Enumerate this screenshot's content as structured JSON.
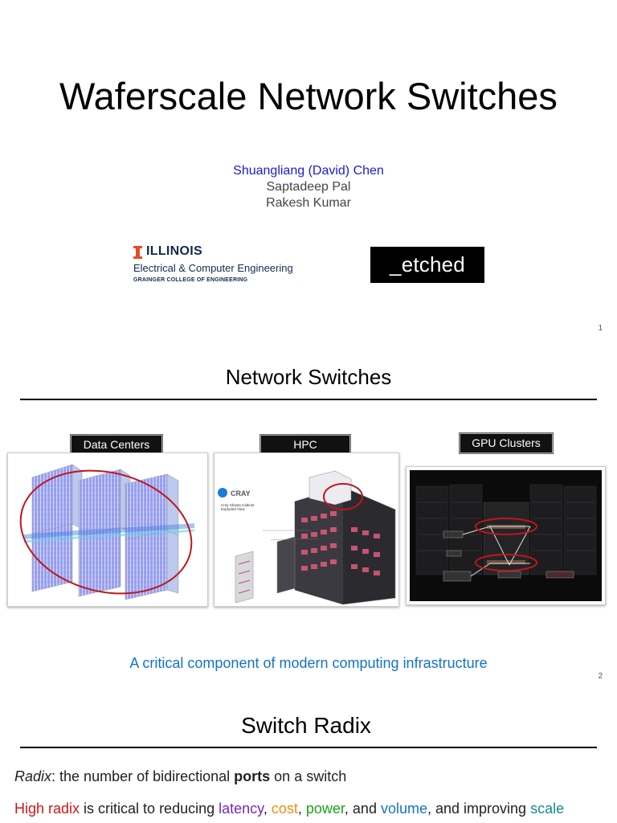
{
  "slide1": {
    "title": "Waferscale Network Switches",
    "authors": [
      "Shuangliang (David) Chen",
      "Saptadeep Pal",
      "Rakesh Kumar"
    ],
    "logo_illinois": {
      "wordmark": "ILLINOIS",
      "department": "Electrical & Computer Engineering",
      "college": "GRAINGER COLLEGE OF ENGINEERING"
    },
    "logo_etched": "_etched",
    "page_number": "1"
  },
  "slide2": {
    "heading": "Network Switches",
    "labels": {
      "data_centers": "Data Centers",
      "hpc": "HPC",
      "gpu_clusters": "GPU Clusters"
    },
    "hpc_image_text": {
      "brand": "CRAY",
      "subtitle1": "Cray Shasta Cabinet",
      "subtitle2": "Exploded View"
    },
    "caption": "A critical component of modern computing infrastructure",
    "page_number": "2"
  },
  "slide3": {
    "heading": "Switch Radix",
    "line1": {
      "term": "Radix",
      "text1": ": the number of bidirectional ",
      "bold": "ports",
      "text2": " on a switch"
    },
    "line2": {
      "high_radix": "High radix",
      "t1": " is critical to reducing ",
      "latency": "latency",
      "sep1": ", ",
      "cost": "cost",
      "sep2": ", ",
      "power": "power",
      "t2": ", and ",
      "volume": "volume",
      "t3": ", and improving ",
      "scale": "scale"
    }
  },
  "colors": {
    "author_highlight": "#1a1adb",
    "caption_blue": "#1273c9",
    "illinois_orange": "#e84a27",
    "illinois_navy": "#13294b",
    "highlight_ellipse": "#c0161c"
  }
}
